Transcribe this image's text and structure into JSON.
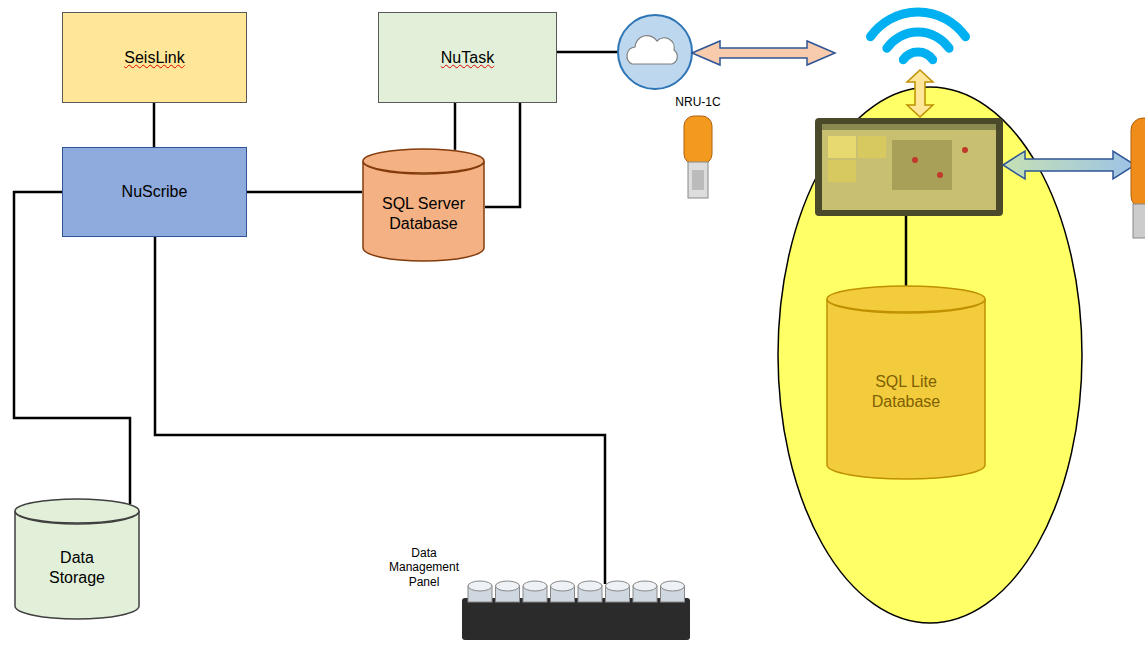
{
  "diagram": {
    "nodes": [
      {
        "text": [
          "SeisLink"
        ]
      },
      {
        "text": [
          "NuTask"
        ]
      },
      {
        "text": [
          "NuScribe"
        ]
      },
      {
        "text": [
          "SQL Server Database"
        ]
      },
      {
        "text": [
          "Data Storage"
        ]
      },
      {
        "text": [
          "Data Management Panel"
        ]
      },
      {
        "text": [
          "SQL Lite Database"
        ]
      }
    ],
    "edges": [
      {
        "from": 0,
        "to": 2,
        "arrow": "none"
      },
      {
        "from": 1,
        "to": 3,
        "arrow": "none"
      },
      {
        "from": 2,
        "to": 3,
        "arrow": "none"
      },
      {
        "from": 2,
        "to": 4,
        "arrow": "none"
      },
      {
        "from": 2,
        "to": 5,
        "arrow": "none"
      }
    ],
    "labels": [
      "NRU-1C"
    ]
  }
}
